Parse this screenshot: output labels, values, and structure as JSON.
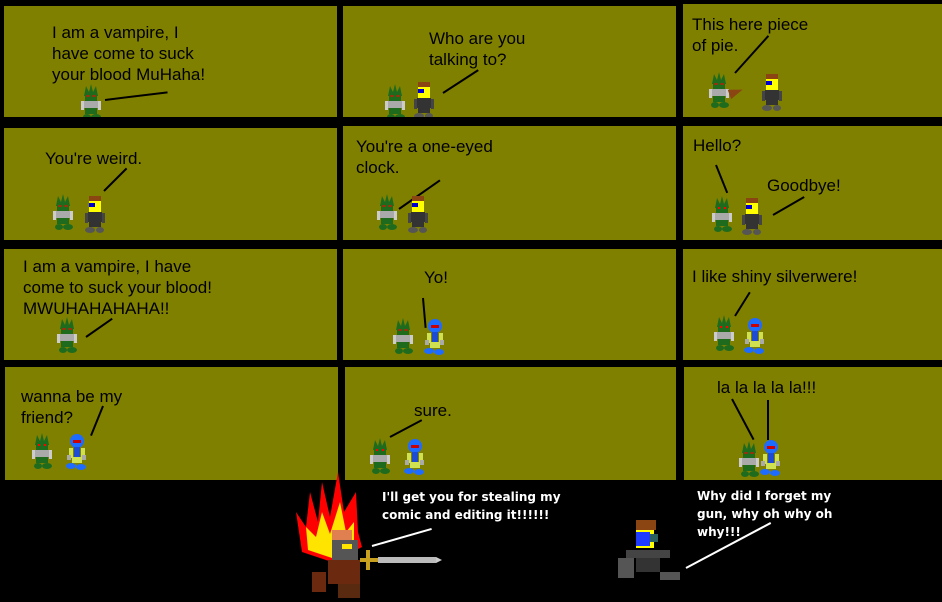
{
  "comic": {
    "background_color": "#000000",
    "panel_color": "#808000",
    "panels": [
      {
        "id": 1,
        "caption": "I am a vampire, I\nhave come to suck\nyour blood MuHaha!",
        "speaker": "green-vampire"
      },
      {
        "id": 2,
        "caption": "Who are you\ntalking to?",
        "speaker": "grey-clock"
      },
      {
        "id": 3,
        "caption": "This here piece\nof pie.",
        "speaker": "green-vampire"
      },
      {
        "id": 4,
        "caption": "You're weird.",
        "speaker": "grey-clock"
      },
      {
        "id": 5,
        "caption": "You're a one-eyed\nclock.",
        "speaker": "green-vampire"
      },
      {
        "id": 6,
        "caption": "Hello?",
        "caption2": "Goodbye!",
        "speaker": "green-vampire",
        "speaker2": "grey-clock"
      },
      {
        "id": 7,
        "caption": "I am a vampire, I have\ncome to suck your blood!\nMWUHAHAHAHA!!",
        "speaker": "green-vampire"
      },
      {
        "id": 8,
        "caption": "Yo!",
        "speaker": "blue-robot"
      },
      {
        "id": 9,
        "caption": "I like shiny silverwere!",
        "speaker": "green-vampire"
      },
      {
        "id": 10,
        "caption": "wanna be my\nfriend?",
        "speaker": "blue-robot"
      },
      {
        "id": 11,
        "caption": "sure.",
        "speaker": "green-vampire"
      },
      {
        "id": 12,
        "caption": "la la la la la!!!",
        "speaker": "both"
      }
    ],
    "bottom": {
      "flaming_knight_caption": "I'll get you for stealing my\ncomic and editing it!!!!!!",
      "clock_caption": "Why did I forget my\ngun, why oh why oh\nwhy!!!"
    }
  }
}
